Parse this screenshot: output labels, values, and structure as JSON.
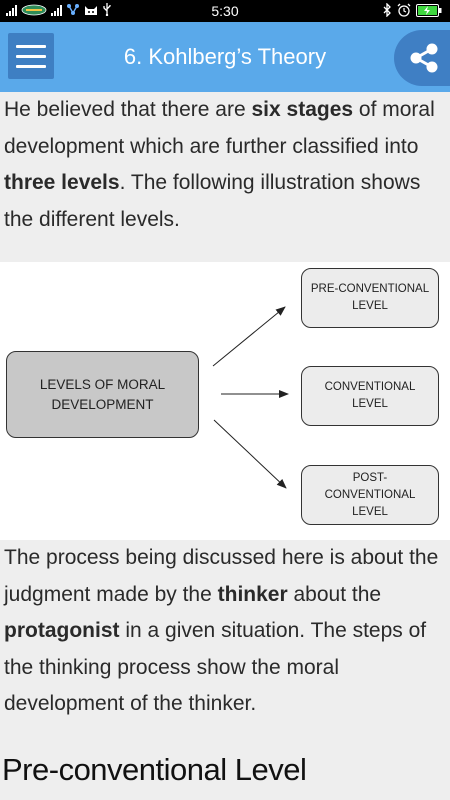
{
  "status_bar": {
    "time": "5:30",
    "icons": [
      "signal-icon",
      "carrier-icon",
      "signal-icon",
      "network-icon",
      "cat-icon",
      "usb-icon",
      "bluetooth-icon",
      "alarm-icon",
      "battery-charging-icon"
    ]
  },
  "app_bar": {
    "title": "6. Kohlberg’s Theory",
    "menu_icon": "hamburger-menu-icon",
    "share_icon": "share-icon",
    "color": "#5aa9ea",
    "button_color": "#3e7fc3"
  },
  "intro": {
    "t1": "He believed that there are ",
    "b1": "six stages",
    "t2": " of moral development which are further classified into ",
    "b2": "three levels",
    "t3": ". The following illustration shows the different levels."
  },
  "diagram": {
    "center": "LEVELS OF MORAL DEVELOPMENT",
    "levels": [
      "PRE-CONVENTIONAL LEVEL",
      "CONVENTIONAL LEVEL",
      "POST-CONVENTIONAL LEVEL"
    ]
  },
  "body": {
    "t1": "The process being discussed here is about the judgment made by the ",
    "b1": "thinker",
    "t2": " about the ",
    "b2": "protagonist",
    "t3": " in a given situation. The steps of the thinking process show the moral development of the thinker."
  },
  "section_heading": "Pre-conventional Level"
}
